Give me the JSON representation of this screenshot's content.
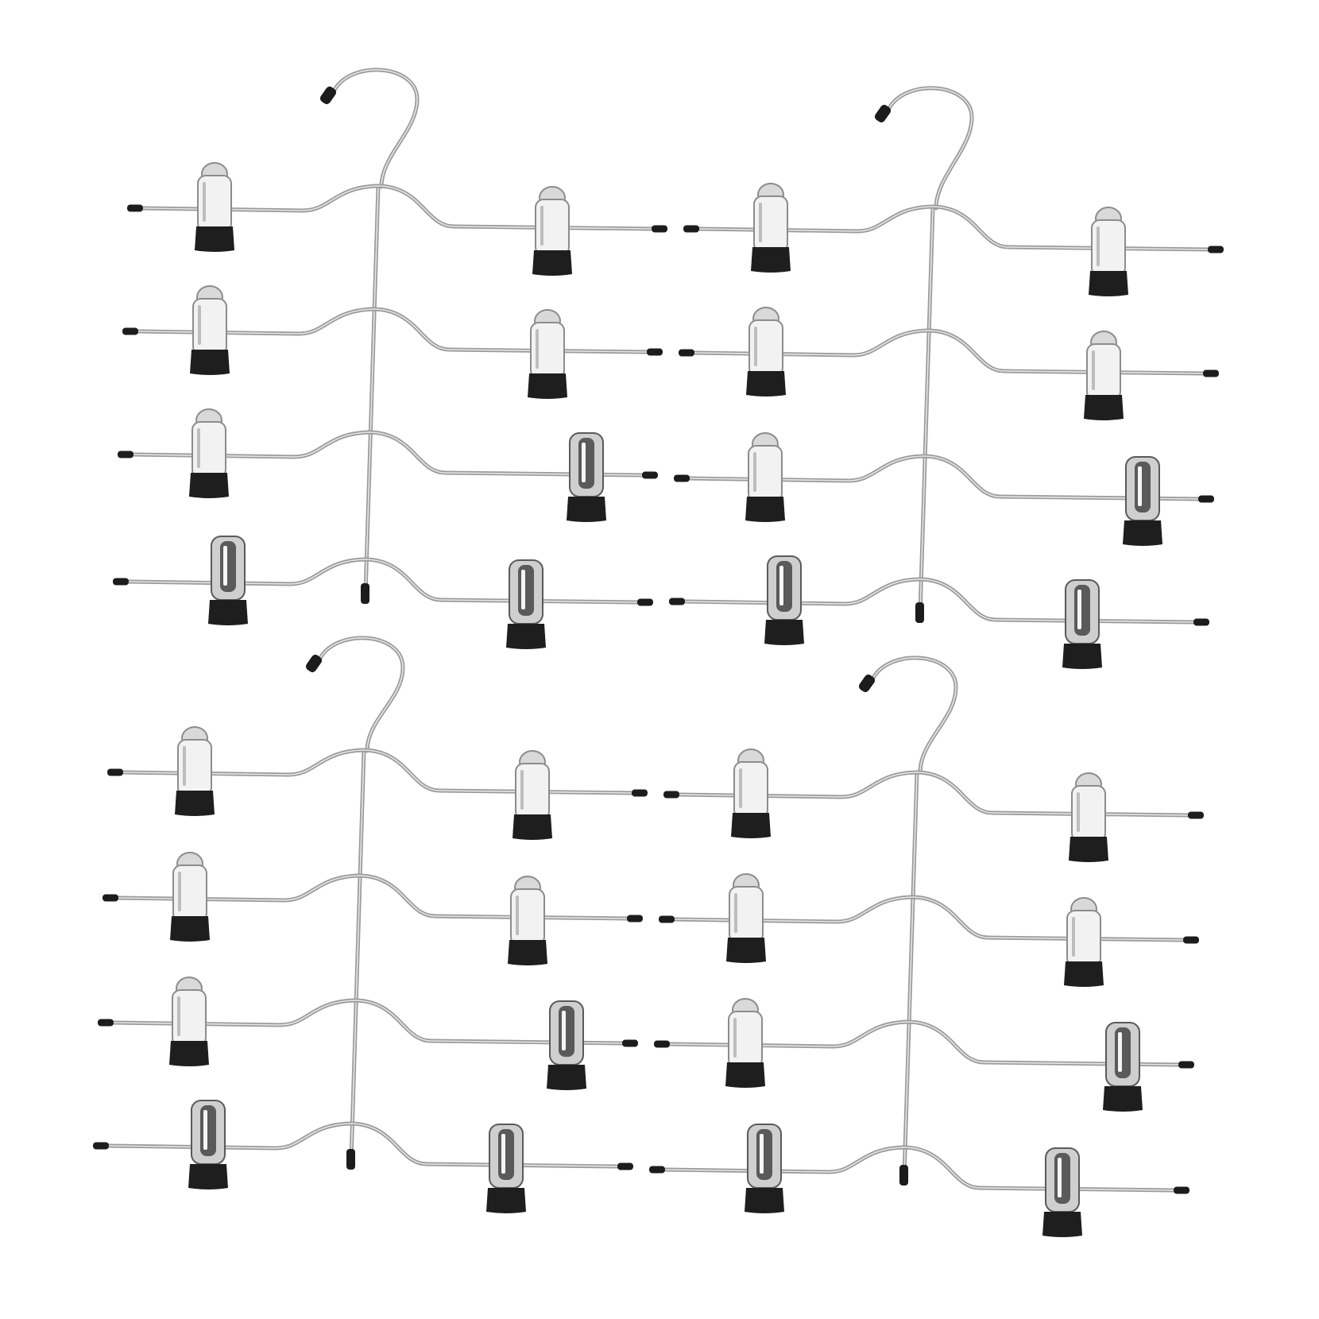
{
  "image": {
    "subject": "multi-tier-clip-hangers",
    "background_color": "#ffffff",
    "hangers": [
      {
        "name": "hanger-top-left",
        "tiers": 4,
        "clips_per_tier": 2
      },
      {
        "name": "hanger-top-right",
        "tiers": 4,
        "clips_per_tier": 2
      },
      {
        "name": "hanger-bottom-left",
        "tiers": 4,
        "clips_per_tier": 2
      },
      {
        "name": "hanger-bottom-right",
        "tiers": 4,
        "clips_per_tier": 2
      }
    ],
    "colors": {
      "wire": "#9a9a9a",
      "wire_highlight": "#e6e6e6",
      "end_cap": "#1c1c1c",
      "clip_body": "#f2f2f2",
      "clip_outline": "#8c8c8c",
      "clip_base": "#1e1e1e",
      "chrome_dark": "#5a5a5a"
    }
  }
}
